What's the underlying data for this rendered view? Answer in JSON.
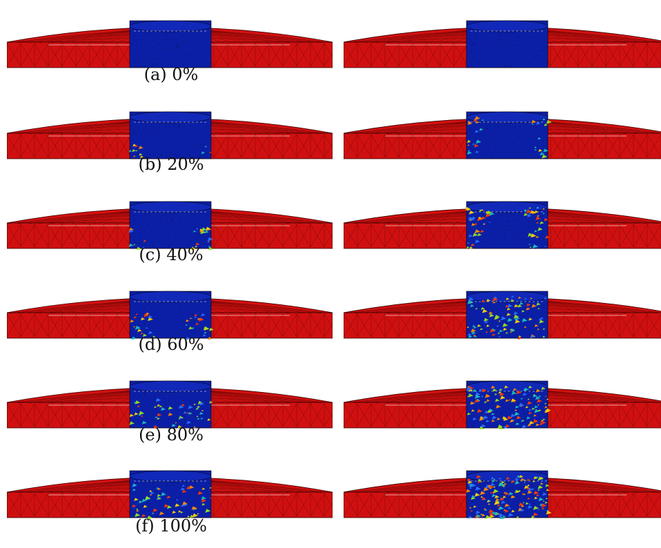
{
  "figure": {
    "rows": [
      {
        "caption": "(a) 0%",
        "left_progress": 0.0,
        "right_progress": 0.0
      },
      {
        "caption": "(b) 20%",
        "left_progress": 0.2,
        "right_progress": 0.2
      },
      {
        "caption": "(c) 40%",
        "left_progress": 0.4,
        "right_progress": 0.4
      },
      {
        "caption": "(d) 60%",
        "left_progress": 0.6,
        "right_progress": 0.6
      },
      {
        "caption": "(e) 80%",
        "left_progress": 0.8,
        "right_progress": 0.8
      },
      {
        "caption": "(f) 100%",
        "left_progress": 1.0,
        "right_progress": 1.0
      }
    ],
    "colors": {
      "disk": "#d01010",
      "core": "#0b1fa6",
      "damage": [
        "#ff3b00",
        "#ff8c00",
        "#ffd400",
        "#9be020",
        "#18c0c0",
        "#2a70ff"
      ]
    }
  }
}
